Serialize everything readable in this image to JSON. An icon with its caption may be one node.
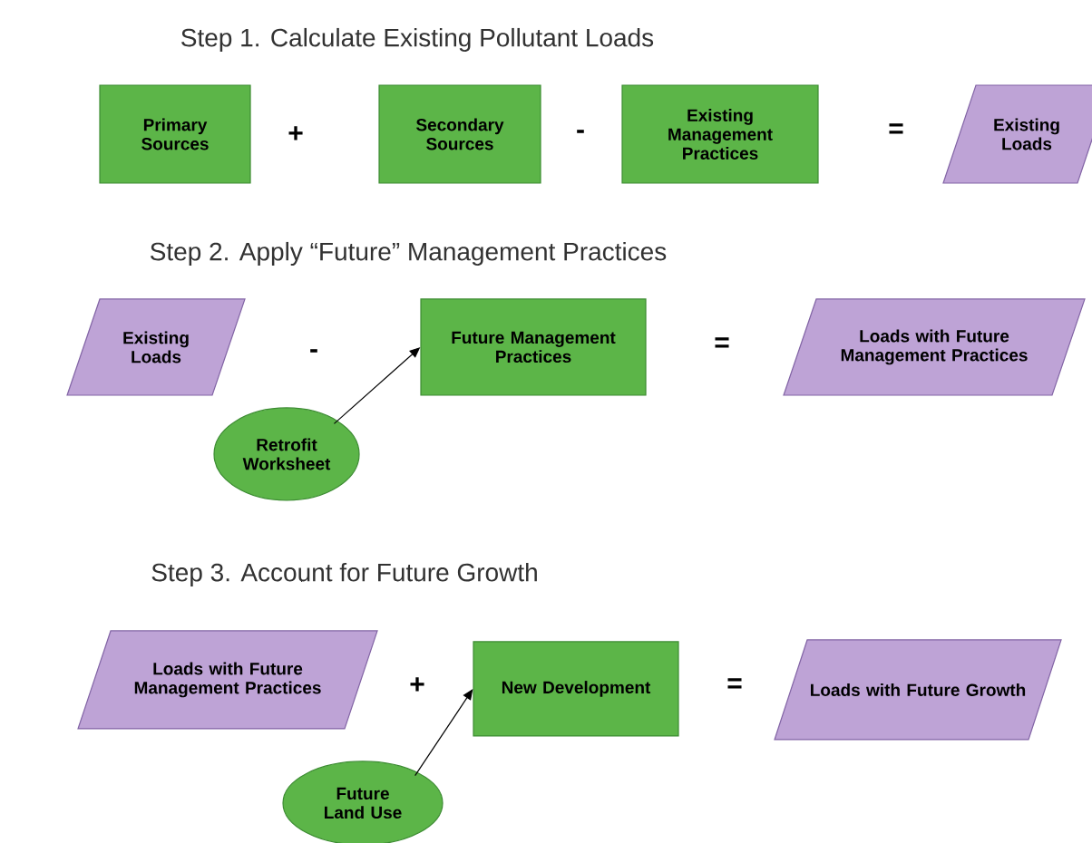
{
  "diagram": {
    "nodes": [
      {
        "text": [
          "Primary Sources"
        ]
      },
      {
        "text": [
          "Secondary Sources"
        ]
      },
      {
        "text": [
          "Existing Management Practices"
        ]
      },
      {
        "text": [
          "Existing Loads"
        ]
      },
      {
        "text": [
          "Existing Loads"
        ]
      },
      {
        "text": [
          "Future Management Practices"
        ]
      },
      {
        "text": [
          "Loads with Future Management Practices"
        ]
      },
      {
        "text": [
          "Retrofit Worksheet"
        ]
      },
      {
        "text": [
          "Loads with Future Management Practices"
        ]
      },
      {
        "text": [
          "New Development"
        ]
      },
      {
        "text": [
          "Loads with Future Growth"
        ]
      },
      {
        "text": [
          "Future Land Use"
        ]
      }
    ],
    "edges": [
      {
        "from": 7,
        "to": 5,
        "arrow": "to"
      },
      {
        "from": 11,
        "to": 9,
        "arrow": "to"
      }
    ],
    "labels": [
      "Step 1.  Calculate Existing Pollutant Loads",
      "+",
      "-",
      "=",
      "Step 2.  Apply “Future” Management Practices",
      "-",
      "=",
      "Step 3.  Account for Future Growth",
      "+",
      "="
    ]
  }
}
